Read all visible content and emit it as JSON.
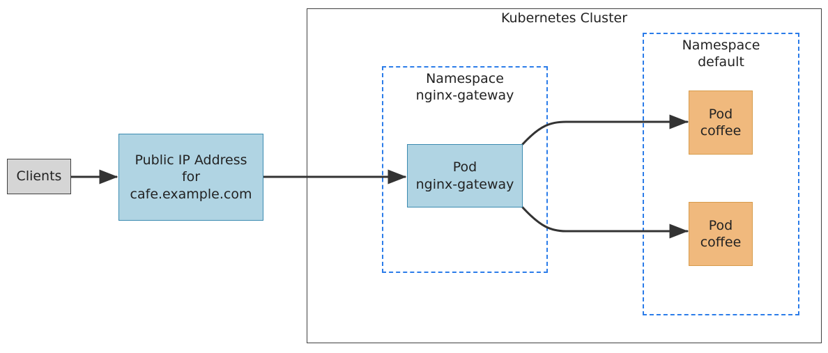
{
  "diagram": {
    "type": "architecture-diagram",
    "background": "#ffffff",
    "palette": {
      "blue_fill": "#b0d4e3",
      "blue_stroke": "#3a8ab0",
      "orange_fill": "#f0b97d",
      "orange_stroke": "#d79b4a",
      "gray_fill": "#d5d5d5",
      "gray_stroke": "#3f3f3f",
      "dashed_blue": "#2b7ce9",
      "edge_color": "#333333",
      "text_color": "#222222"
    }
  },
  "nodes": {
    "clients": {
      "label": "Clients",
      "shape": "rectangle",
      "fill": "#d5d5d5"
    },
    "public_ip": {
      "label": "Public IP Address\nfor\ncafe.example.com",
      "line1": "Public IP Address",
      "line2": "for",
      "line3": "cafe.example.com",
      "shape": "rectangle",
      "fill": "#b0d4e3"
    },
    "pod_gateway": {
      "label": "Pod\nnginx-gateway",
      "line1": "Pod",
      "line2": "nginx-gateway",
      "shape": "rectangle",
      "fill": "#b0d4e3"
    },
    "pod_coffee_1": {
      "label": "Pod\ncoffee",
      "line1": "Pod",
      "line2": "coffee",
      "shape": "rectangle",
      "fill": "#f0b97d"
    },
    "pod_coffee_2": {
      "label": "Pod\ncoffee",
      "line1": "Pod",
      "line2": "coffee",
      "shape": "rectangle",
      "fill": "#f0b97d"
    }
  },
  "containers": {
    "cluster": {
      "label": "Kubernetes Cluster",
      "border_style": "solid",
      "border_color": "#3f3f3f"
    },
    "namespace_nginx_gateway": {
      "label": "Namespace\nnginx-gateway",
      "line1": "Namespace",
      "line2": "nginx-gateway",
      "border_style": "dashed",
      "border_color": "#2b7ce9"
    },
    "namespace_default": {
      "label": "Namespace\ndefault",
      "line1": "Namespace",
      "line2": "default",
      "border_style": "dashed",
      "border_color": "#2b7ce9"
    }
  },
  "edges": [
    {
      "id": "clients-to-public-ip",
      "from": "clients",
      "to": "public_ip",
      "style": "straight-arrow",
      "label": ""
    },
    {
      "id": "public-ip-to-pod-gateway",
      "from": "public_ip",
      "to": "pod_gateway",
      "style": "straight-arrow",
      "label": ""
    },
    {
      "id": "pod-gateway-to-pod-coffee-1",
      "from": "pod_gateway",
      "to": "pod_coffee_1",
      "style": "curved-arrow",
      "label": ""
    },
    {
      "id": "pod-gateway-to-pod-coffee-2",
      "from": "pod_gateway",
      "to": "pod_coffee_2",
      "style": "curved-arrow",
      "label": ""
    }
  ]
}
